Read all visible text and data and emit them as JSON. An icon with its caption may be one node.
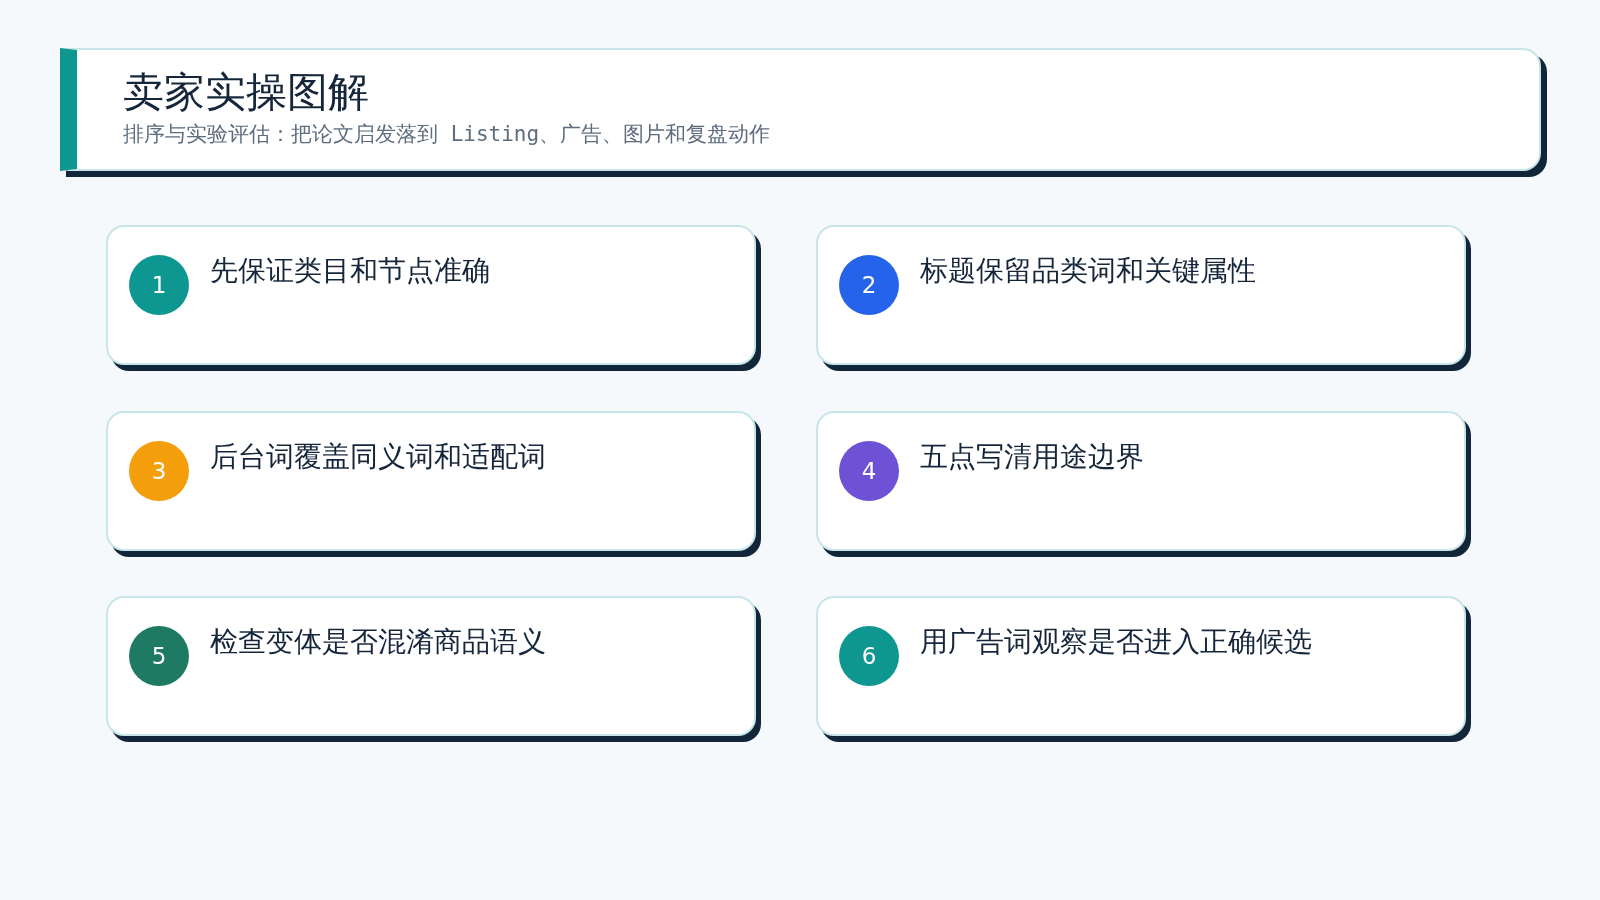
{
  "diagram": {
    "title": "卖家实操图解",
    "nodes": [
      {
        "text": [
          "1",
          "先保证类目和节点准确"
        ]
      },
      {
        "text": [
          "2",
          "标题保留品类词和关键属性"
        ]
      },
      {
        "text": [
          "3",
          "后台词覆盖同义词和适配词"
        ]
      },
      {
        "text": [
          "4",
          "五点写清用途边界"
        ]
      },
      {
        "text": [
          "5",
          "检查变体是否混淆商品语义"
        ]
      },
      {
        "text": [
          "6",
          "用广告词观察是否进入正确候选"
        ]
      }
    ],
    "edges": [],
    "labels": [
      "排序与实验评估：把论文启发落到 Listing、广告、图片和复盘动作"
    ]
  }
}
